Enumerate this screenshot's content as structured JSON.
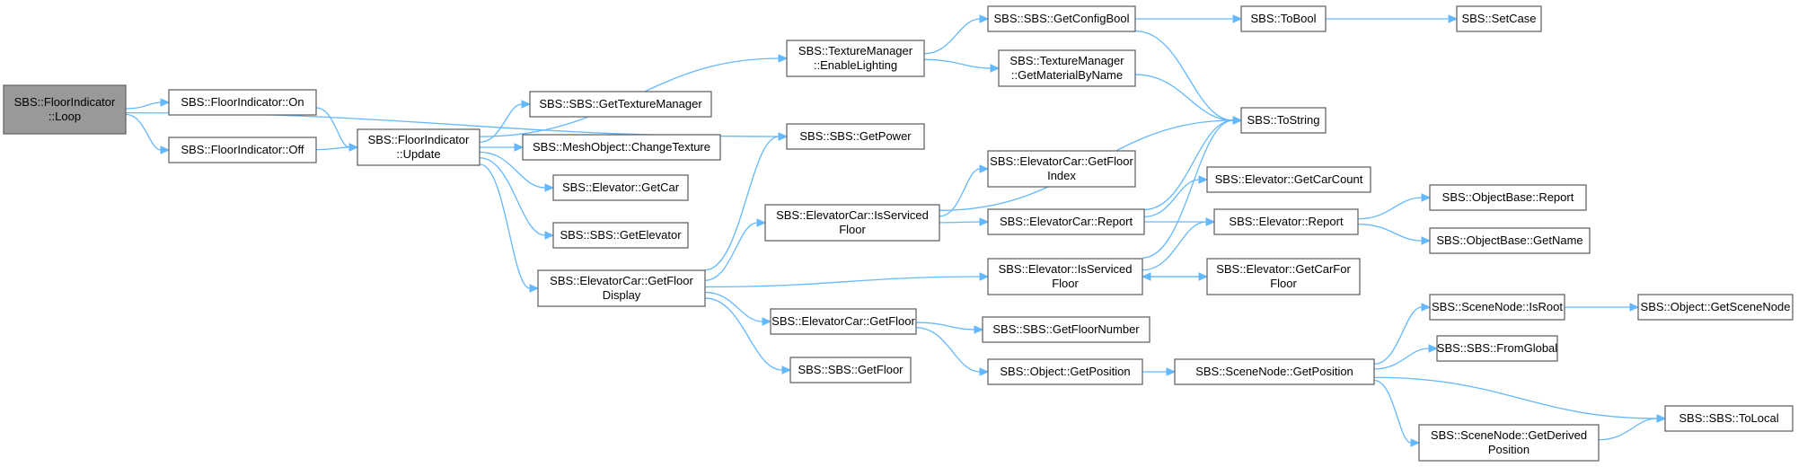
{
  "colors": {
    "node_fill": "#ffffff",
    "node_border": "#666666",
    "root_fill": "#999999",
    "edge": "#63b8ff",
    "text": "#000000"
  },
  "nodes": [
    {
      "id": "loop",
      "lines": [
        "SBS::FloorIndicator",
        "::Loop"
      ],
      "root": true
    },
    {
      "id": "on",
      "lines": [
        "SBS::FloorIndicator::On"
      ]
    },
    {
      "id": "off",
      "lines": [
        "SBS::FloorIndicator::Off"
      ]
    },
    {
      "id": "update",
      "lines": [
        "SBS::FloorIndicator",
        "::Update"
      ]
    },
    {
      "id": "enablelighting",
      "lines": [
        "SBS::TextureManager",
        "::EnableLighting"
      ]
    },
    {
      "id": "gettexmgr",
      "lines": [
        "SBS::SBS::GetTextureManager"
      ]
    },
    {
      "id": "changetex",
      "lines": [
        "SBS::MeshObject::ChangeTexture"
      ]
    },
    {
      "id": "getcar",
      "lines": [
        "SBS::Elevator::GetCar"
      ]
    },
    {
      "id": "getelevator",
      "lines": [
        "SBS::SBS::GetElevator"
      ]
    },
    {
      "id": "getfloordisplay",
      "lines": [
        "SBS::ElevatorCar::GetFloor",
        "Display"
      ]
    },
    {
      "id": "getpower",
      "lines": [
        "SBS::SBS::GetPower"
      ]
    },
    {
      "id": "getconfigbool",
      "lines": [
        "SBS::SBS::GetConfigBool"
      ]
    },
    {
      "id": "getmaterial",
      "lines": [
        "SBS::TextureManager",
        "::GetMaterialByName"
      ]
    },
    {
      "id": "tobool",
      "lines": [
        "SBS::ToBool"
      ]
    },
    {
      "id": "setcase",
      "lines": [
        "SBS::SetCase"
      ]
    },
    {
      "id": "tostring",
      "lines": [
        "SBS::ToString"
      ]
    },
    {
      "id": "carisserviced",
      "lines": [
        "SBS::ElevatorCar::IsServiced",
        "Floor"
      ]
    },
    {
      "id": "getfloorindex",
      "lines": [
        "SBS::ElevatorCar::GetFloor",
        "Index"
      ]
    },
    {
      "id": "carreport",
      "lines": [
        "SBS::ElevatorCar::Report"
      ]
    },
    {
      "id": "getcarcount",
      "lines": [
        "SBS::Elevator::GetCarCount"
      ]
    },
    {
      "id": "elevreport",
      "lines": [
        "SBS::Elevator::Report"
      ]
    },
    {
      "id": "objreport",
      "lines": [
        "SBS::ObjectBase::Report"
      ]
    },
    {
      "id": "objgetname",
      "lines": [
        "SBS::ObjectBase::GetName"
      ]
    },
    {
      "id": "elevisserviced",
      "lines": [
        "SBS::Elevator::IsServiced",
        "Floor"
      ]
    },
    {
      "id": "getcarforfloor",
      "lines": [
        "SBS::Elevator::GetCarFor",
        "Floor"
      ]
    },
    {
      "id": "cargetfloor",
      "lines": [
        "SBS::ElevatorCar::GetFloor"
      ]
    },
    {
      "id": "getfloornumber",
      "lines": [
        "SBS::SBS::GetFloorNumber"
      ]
    },
    {
      "id": "sbsgetfloor",
      "lines": [
        "SBS::SBS::GetFloor"
      ]
    },
    {
      "id": "objgetposition",
      "lines": [
        "SBS::Object::GetPosition"
      ]
    },
    {
      "id": "sngetposition",
      "lines": [
        "SBS::SceneNode::GetPosition"
      ]
    },
    {
      "id": "isroot",
      "lines": [
        "SBS::SceneNode::IsRoot"
      ]
    },
    {
      "id": "getscenenode",
      "lines": [
        "SBS::Object::GetSceneNode"
      ]
    },
    {
      "id": "fromglobal",
      "lines": [
        "SBS::SBS::FromGlobal"
      ]
    },
    {
      "id": "tolocal",
      "lines": [
        "SBS::SBS::ToLocal"
      ]
    },
    {
      "id": "getderived",
      "lines": [
        "SBS::SceneNode::GetDerived",
        "Position"
      ]
    }
  ],
  "edges": [
    [
      "loop",
      "on"
    ],
    [
      "loop",
      "off"
    ],
    [
      "loop",
      "getpower"
    ],
    [
      "on",
      "update"
    ],
    [
      "off",
      "update"
    ],
    [
      "update",
      "enablelighting"
    ],
    [
      "update",
      "gettexmgr"
    ],
    [
      "update",
      "changetex"
    ],
    [
      "update",
      "getcar"
    ],
    [
      "update",
      "getelevator"
    ],
    [
      "update",
      "getfloordisplay"
    ],
    [
      "enablelighting",
      "getconfigbool"
    ],
    [
      "enablelighting",
      "getmaterial"
    ],
    [
      "getconfigbool",
      "tobool"
    ],
    [
      "getconfigbool",
      "tostring"
    ],
    [
      "tobool",
      "setcase"
    ],
    [
      "getmaterial",
      "tostring"
    ],
    [
      "getfloordisplay",
      "getpower"
    ],
    [
      "getfloordisplay",
      "carisserviced"
    ],
    [
      "getfloordisplay",
      "elevisserviced"
    ],
    [
      "getfloordisplay",
      "cargetfloor"
    ],
    [
      "getfloordisplay",
      "sbsgetfloor"
    ],
    [
      "carisserviced",
      "tostring"
    ],
    [
      "carisserviced",
      "getfloorindex"
    ],
    [
      "carisserviced",
      "carreport"
    ],
    [
      "carreport",
      "tostring"
    ],
    [
      "carreport",
      "getcarcount"
    ],
    [
      "carreport",
      "elevreport"
    ],
    [
      "elevisserviced",
      "tostring"
    ],
    [
      "elevisserviced",
      "elevreport"
    ],
    [
      "elevisserviced",
      "getcarforfloor"
    ],
    [
      "getcarforfloor",
      "elevisserviced"
    ],
    [
      "elevreport",
      "objreport"
    ],
    [
      "elevreport",
      "objgetname"
    ],
    [
      "cargetfloor",
      "getfloornumber"
    ],
    [
      "cargetfloor",
      "objgetposition"
    ],
    [
      "objgetposition",
      "sngetposition"
    ],
    [
      "sngetposition",
      "isroot"
    ],
    [
      "sngetposition",
      "fromglobal"
    ],
    [
      "sngetposition",
      "tolocal"
    ],
    [
      "sngetposition",
      "getderived"
    ],
    [
      "isroot",
      "getscenenode"
    ],
    [
      "getderived",
      "tolocal"
    ]
  ]
}
